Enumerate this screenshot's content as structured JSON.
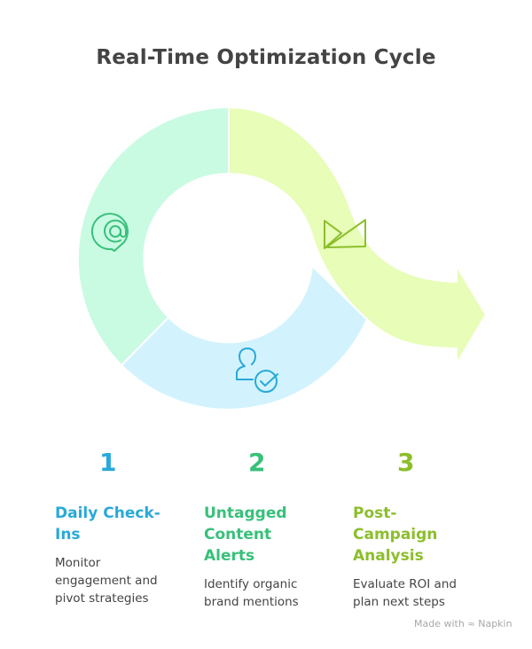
{
  "title": "Real-Time Optimization Cycle",
  "colors": {
    "segment1_fill": "#c9fbe3",
    "segment2_fill": "#d2f3fd",
    "segment3_fill": "#e7fdb8",
    "step1": "#29a9d9",
    "step2": "#38c07a",
    "step3": "#8cbe2c",
    "title": "#444444"
  },
  "icons": {
    "segment1": "at-chat-bubble-icon",
    "segment2": "user-check-icon",
    "segment3": "envelope-send-icon"
  },
  "steps": [
    {
      "number": "1",
      "heading": "Daily Check-Ins",
      "heading_lines": [
        "Daily Check-",
        "Ins"
      ],
      "description": "Monitor engagement and pivot strategies"
    },
    {
      "number": "2",
      "heading": "Untagged Content Alerts",
      "heading_lines": [
        "Untagged",
        "Content",
        "Alerts"
      ],
      "description": "Identify organic brand mentions"
    },
    {
      "number": "3",
      "heading": "Post-Campaign Analysis",
      "heading_lines": [
        "Post-",
        "Campaign",
        "Analysis"
      ],
      "description": "Evaluate ROI and plan next steps"
    }
  ],
  "footer": {
    "made_with": "Made with",
    "brand": "Napkin"
  }
}
